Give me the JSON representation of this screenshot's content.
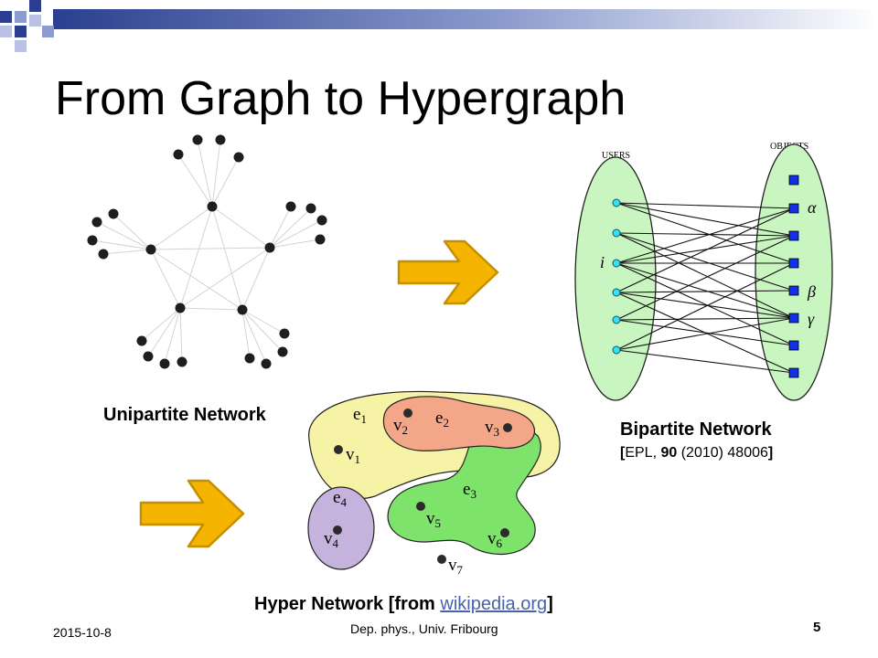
{
  "slide": {
    "title": "From Graph to Hypergraph",
    "captions": {
      "unipartite": "Unipartite Network",
      "bipartite": "Bipartite Network",
      "citation_open": "[",
      "citation_journal": "EPL, ",
      "citation_volume": "90",
      "citation_rest": " (2010) 48006",
      "citation_close": "]",
      "hyper_prefix": "Hyper Network [from ",
      "hyper_link": "wikipedia.org",
      "hyper_suffix": "]"
    }
  },
  "bipartite": {
    "users_label": "USERS",
    "objects_label": "OBJECTS",
    "user_marker": "i",
    "object_markers": [
      "α",
      "β",
      "γ"
    ]
  },
  "hypergraph": {
    "edges": [
      {
        "base": "e",
        "sub": "1"
      },
      {
        "base": "e",
        "sub": "2"
      },
      {
        "base": "e",
        "sub": "3"
      },
      {
        "base": "e",
        "sub": "4"
      }
    ],
    "vertices": [
      {
        "base": "v",
        "sub": "1"
      },
      {
        "base": "v",
        "sub": "2"
      },
      {
        "base": "v",
        "sub": "3"
      },
      {
        "base": "v",
        "sub": "4"
      },
      {
        "base": "v",
        "sub": "5"
      },
      {
        "base": "v",
        "sub": "6"
      },
      {
        "base": "v",
        "sub": "7"
      }
    ]
  },
  "footer": {
    "date": "2015-10-8",
    "affiliation": "Dep. phys.,  Univ. Fribourg",
    "page": "5"
  },
  "colors": {
    "banner_blue": "#2a3f8f",
    "arrow_fill": "#f4b400",
    "arrow_stroke": "#c58f00",
    "ellipse_fill": "#c9f5c1",
    "object_square": "#1230e6",
    "user_dot": "#34e0f5",
    "e1_fill": "#f7f3a6",
    "e2_fill": "#f4a788",
    "e3_fill": "#7ee36b",
    "e4_fill": "#c6b3dd"
  }
}
